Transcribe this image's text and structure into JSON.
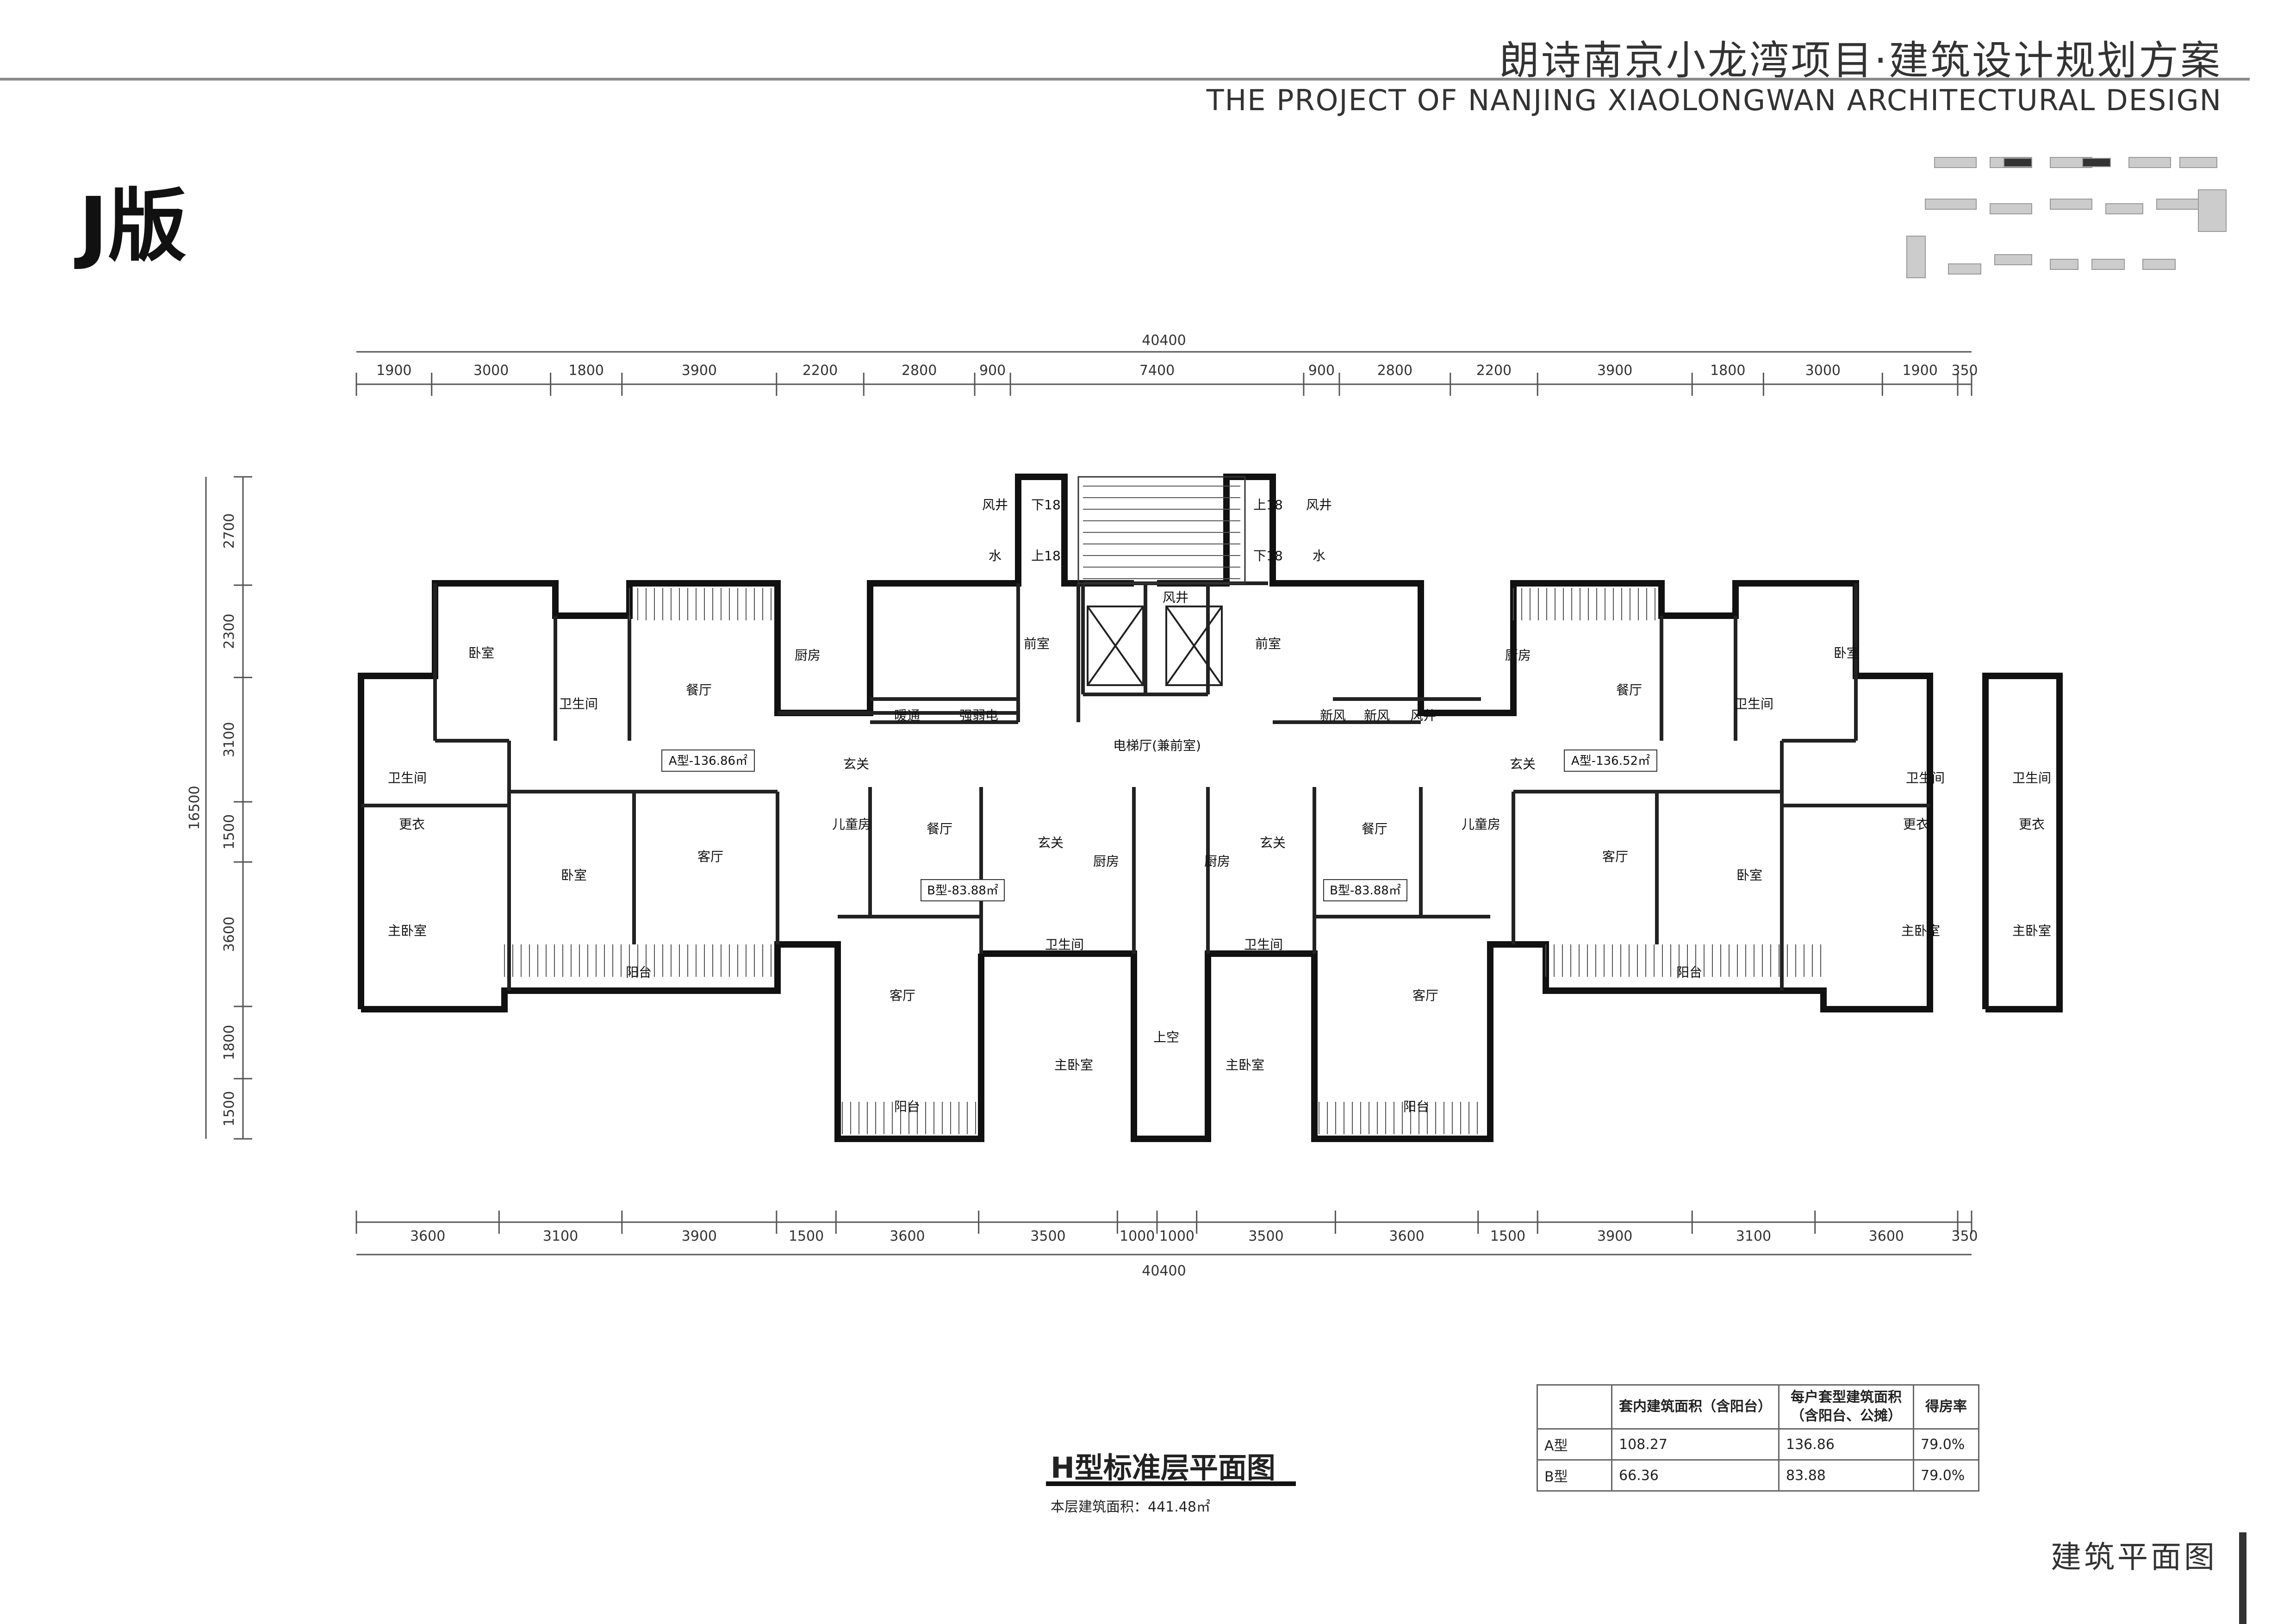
{
  "header": {
    "title_cn": "朗诗南京小龙湾项目·建筑设计规划方案",
    "title_en": "THE PROJECT OF NANJING XIAOLONGWAN ARCHITECTURAL DESIGN"
  },
  "version_label": "J版",
  "drawing": {
    "top_total": "40400",
    "top_dims": [
      "1900",
      "3000",
      "1800",
      "3900",
      "2200",
      "2800",
      "900",
      "7400",
      "900",
      "2800",
      "2200",
      "3900",
      "1800",
      "3000",
      "1900",
      "350"
    ],
    "bottom_total": "40400",
    "bottom_dims": [
      "3600",
      "3100",
      "3900",
      "1500",
      "3600",
      "3500",
      "1000",
      "1000",
      "3500",
      "3600",
      "1500",
      "3900",
      "3100",
      "3600",
      "350"
    ],
    "left_total": "16500",
    "left_dims": [
      "2700",
      "2300",
      "3100",
      "1500",
      "3600",
      "1800",
      "1500"
    ],
    "rooms": {
      "bedroom": "卧室",
      "master_bedroom": "主卧室",
      "bathroom": "卫生间",
      "dressing": "更衣",
      "dining": "餐厅",
      "living": "客厅",
      "kitchen": "厨房",
      "balcony": "阳台",
      "foyer": "玄关",
      "child_room": "儿童房",
      "front_room": "前室",
      "elevator_hall": "电梯厅(兼前室)",
      "air_shaft": "风井",
      "water": "水",
      "hvac": "暖通",
      "strong_weak": "强弱电",
      "fresh_air": "新风",
      "void": "上空",
      "stair_down": "下18",
      "stair_up": "上18"
    },
    "unit_labels": {
      "a_left": "A型-136.86㎡",
      "a_right": "A型-136.52㎡",
      "b_left": "B型-83.88㎡",
      "b_right": "B型-83.88㎡"
    }
  },
  "plan_title": "H型标准层平面图",
  "plan_area": "本层建筑面积：441.48㎡",
  "area_table": {
    "headers": [
      "套内建筑面积（含阳台）",
      "每户套型建筑面积（含阳台、公摊）",
      "得房率"
    ],
    "rows": [
      {
        "type": "A型",
        "inner": "108.27",
        "total": "136.86",
        "ratio": "79.0%"
      },
      {
        "type": "B型",
        "inner": "66.36",
        "total": "83.88",
        "ratio": "79.0%"
      }
    ]
  },
  "footer_label": "建筑平面图"
}
